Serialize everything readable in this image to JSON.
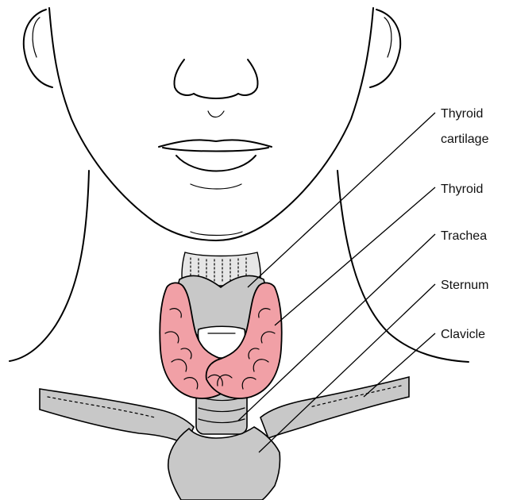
{
  "labels": {
    "thyroid_cartilage_line1": "Thyroid",
    "thyroid_cartilage_line2": "cartilage",
    "thyroid": "Thyroid",
    "trachea": "Trachea",
    "sternum": "Sternum",
    "clavicle": "Clavicle"
  },
  "colors": {
    "thyroid_gland": "#f1a0a6",
    "bone_cartilage": "#c8c8c8",
    "outline": "#000000",
    "background": "#ffffff"
  }
}
